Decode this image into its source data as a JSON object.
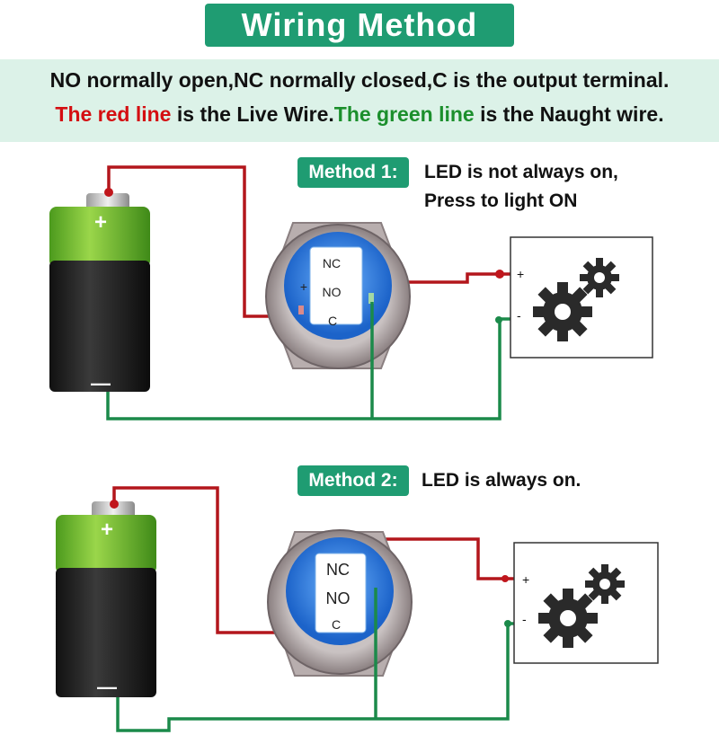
{
  "header": {
    "title": "Wiring Method"
  },
  "intro": {
    "line1": "NO normally open,NC normally closed,C is the output terminal.",
    "line2_red": "The red line",
    "line2_mid": " is the Live Wire.",
    "line2_green": "The green line",
    "line2_end": " is the Naught wire."
  },
  "method1": {
    "badge": "Method 1:",
    "text_line1": "LED is not always on,",
    "text_line2": "Press to light ON",
    "switch_labels": {
      "nc": "NC",
      "no": "NO",
      "c": "C",
      "plus": "+"
    },
    "battery": {
      "plus": "+",
      "minus": "—"
    },
    "load": {
      "plus": "+",
      "minus": "-"
    }
  },
  "method2": {
    "badge": "Method 2:",
    "text": "LED is always on.",
    "switch_labels": {
      "nc": "NC",
      "no": "NO",
      "c": "C"
    },
    "battery": {
      "plus": "+",
      "minus": "—"
    },
    "load": {
      "plus": "+",
      "minus": "-"
    }
  },
  "colors": {
    "accent": "#1f9c72",
    "live_wire": "#b3161c",
    "naught_wire": "#1b8a4a",
    "intro_bg": "#dcf2e8"
  },
  "icons": [
    "battery-icon",
    "switch-icon",
    "gear-icon"
  ]
}
